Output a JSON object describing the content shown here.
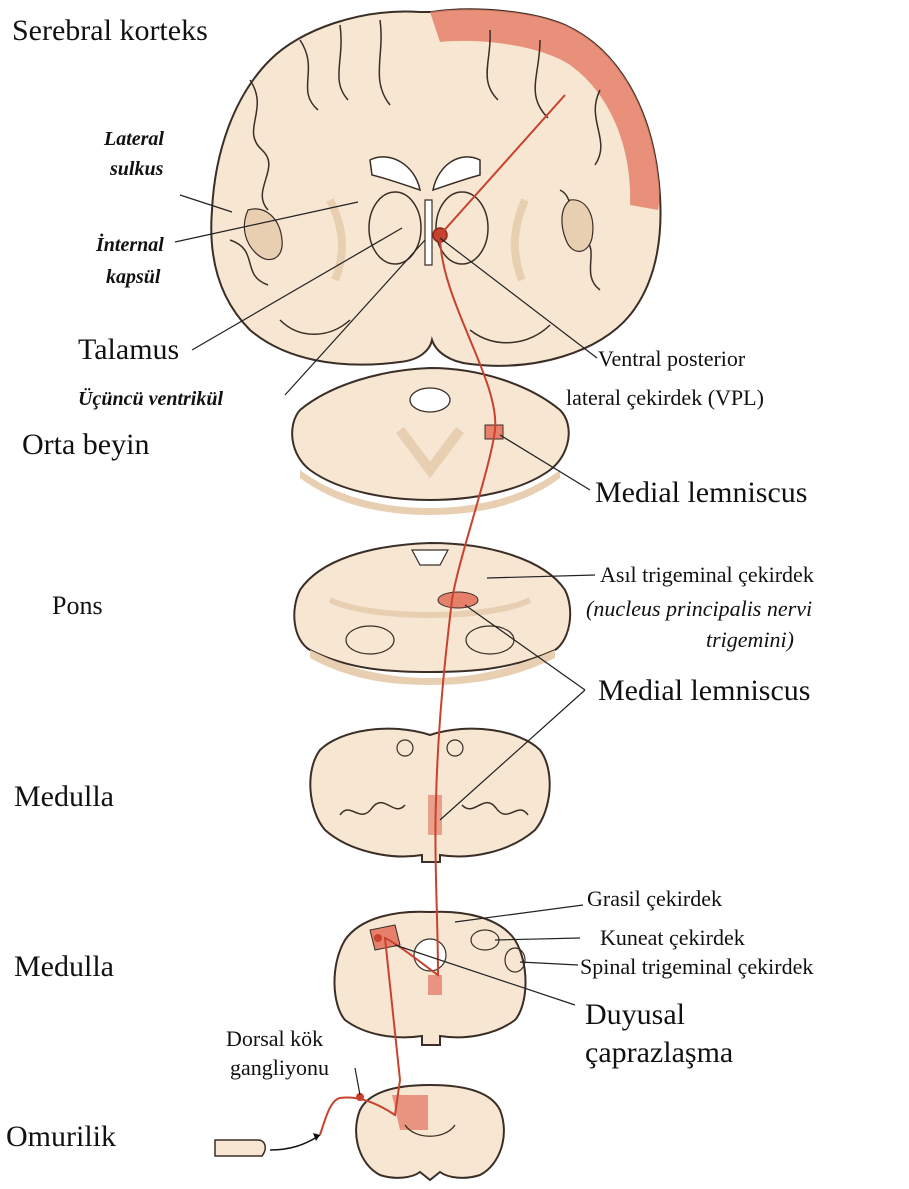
{
  "labels": {
    "serebral_korteks": "Serebral korteks",
    "lateral_sulkus_1": "Lateral",
    "lateral_sulkus_2": "sulkus",
    "internal_kapsul_1": "İnternal",
    "internal_kapsul_2": "kapsül",
    "talamus": "Talamus",
    "ucuncu_ventrikul": "Üçüncü ventrikül",
    "vpl_1": "Ventral posterior",
    "vpl_2": "lateral çekirdek (VPL)",
    "orta_beyin": "Orta beyin",
    "medial_lemniscus_1": "Medial lemniscus",
    "pons": "Pons",
    "asil_trigeminal": "Asıl trigeminal çekirdek",
    "nucleus_1": "(nucleus principalis nervi",
    "nucleus_2": "trigemini)",
    "medial_lemniscus_2": "Medial lemniscus",
    "medulla_1": "Medulla",
    "grasil": "Grasil çekirdek",
    "kuneat": "Kuneat çekirdek",
    "spinal_trigeminal": "Spinal trigeminal çekirdek",
    "medulla_2": "Medulla",
    "duyusal_1": "Duyusal",
    "duyusal_2": "çaprazlaşma",
    "dorsal_kok_1": "Dorsal kök",
    "dorsal_kok_2": "gangliyonu",
    "omurilik": "Omurilik"
  },
  "colors": {
    "tissue": "#f6e6d2",
    "tissue_dark": "#e9cfb2",
    "outline": "#3a2e26",
    "pathway": "#c8422e",
    "highlight": "#e6806b"
  }
}
